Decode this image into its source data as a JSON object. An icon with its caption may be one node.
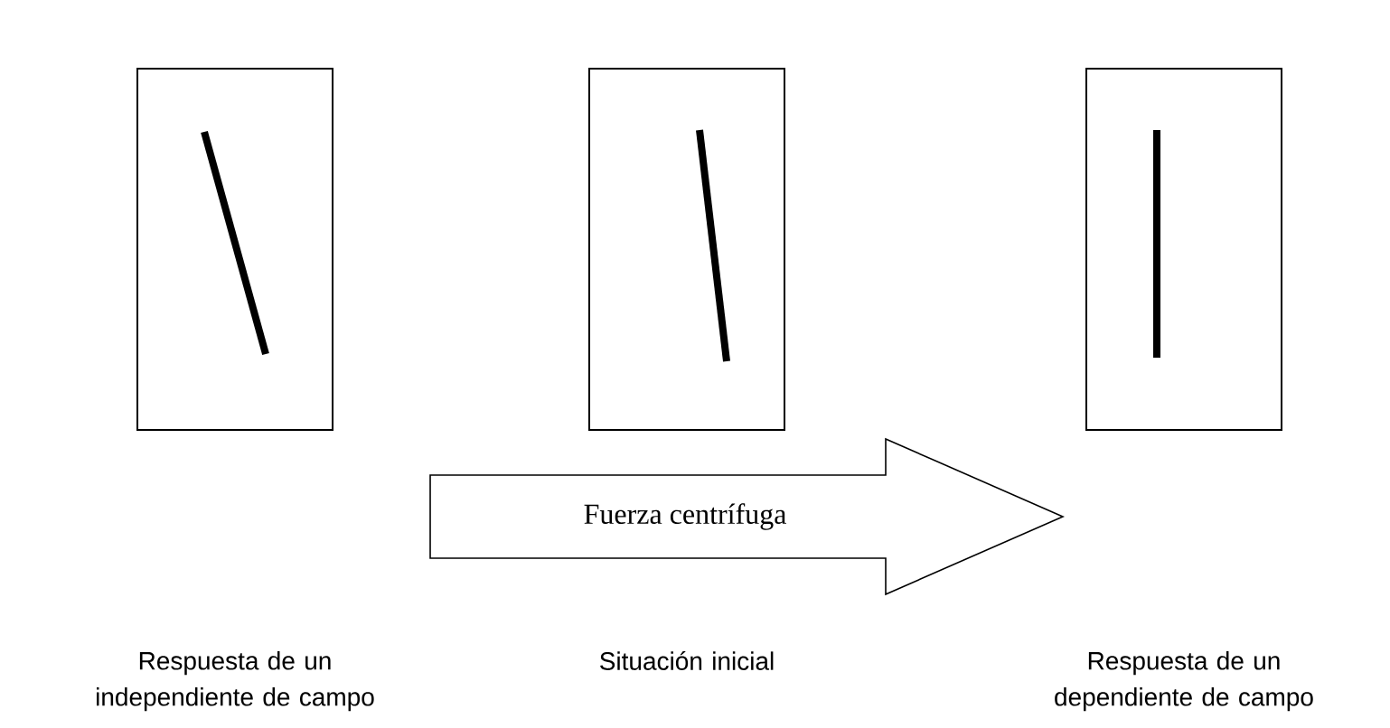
{
  "diagram": {
    "nodes": [
      {
        "text": [],
        "shape": "box"
      },
      {
        "text": [],
        "shape": "box"
      },
      {
        "text": [],
        "shape": "box"
      },
      {
        "text": [
          "Fuerza centrífuga"
        ]
      }
    ],
    "labels": [
      "Respuesta de un independiente de campo",
      "Situación inicial",
      "Respuesta de un dependiente de campo"
    ]
  }
}
